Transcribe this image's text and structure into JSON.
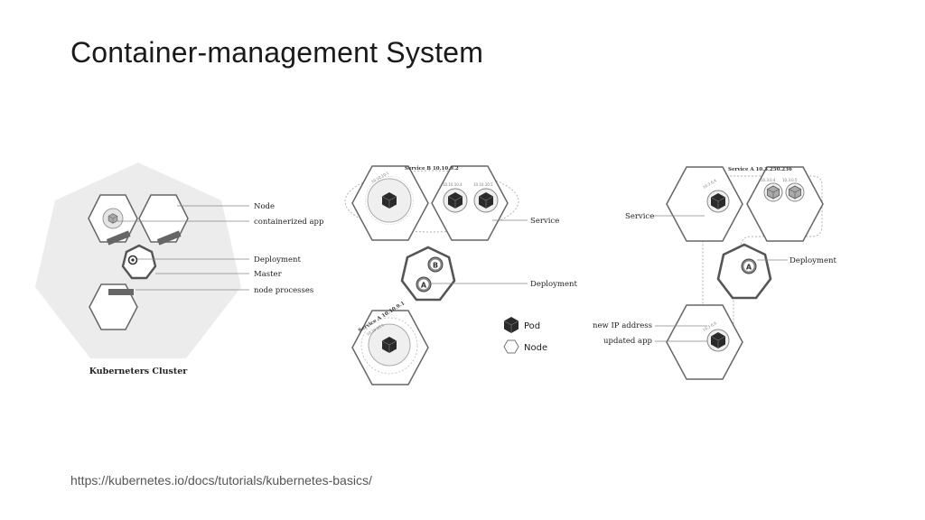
{
  "title": "Container-management System",
  "footer": {
    "url": "https://kubernetes.io/docs/tutorials/kubernetes-basics/"
  },
  "panel_cluster": {
    "caption": "Kuberneters Cluster",
    "callouts": [
      "Node",
      "containerized app",
      "Deployment",
      "Master",
      "node processes"
    ]
  },
  "panel_services": {
    "service_b_label": "Service B 10.10.9.2",
    "service_a_label": "Service A 10.10.9.1",
    "callouts": [
      "Service",
      "Deployment"
    ],
    "legend": {
      "pod": "Pod",
      "node": "Node"
    }
  },
  "panel_update": {
    "service_a_label": "Service A 10.3.250.236",
    "callouts": [
      "Service",
      "Deployment",
      "new IP address",
      "updated app"
    ]
  },
  "colors": {
    "cluster_fill": "#ececec",
    "cube": "#2a2a2a",
    "node_stroke": "#666666"
  }
}
